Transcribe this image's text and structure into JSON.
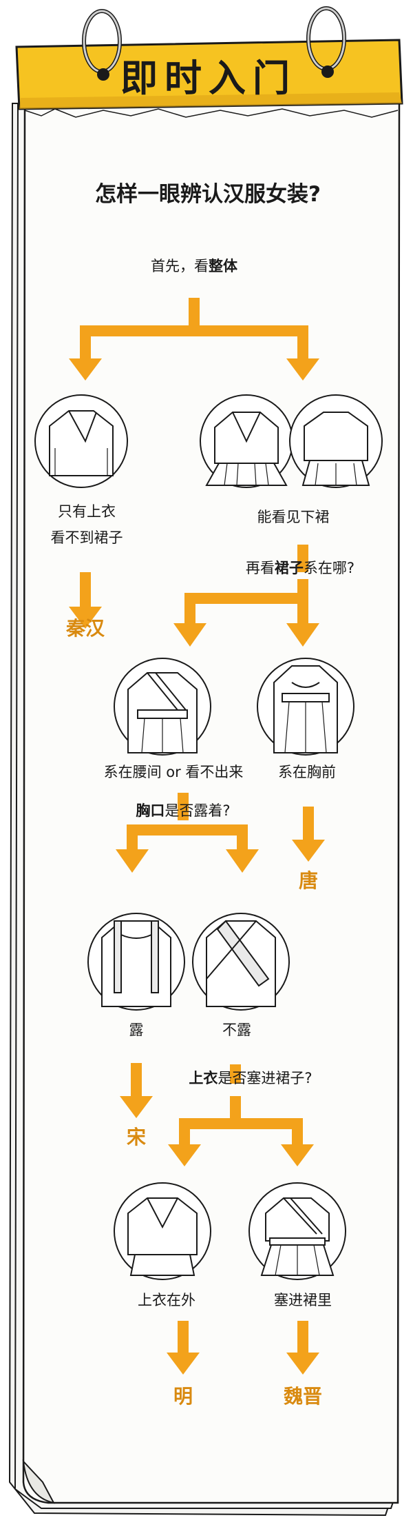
{
  "banner": {
    "title": "即时入门"
  },
  "heading": "怎样一眼辨认汉服女装?",
  "steps": {
    "s1": {
      "prefix": "首先，看",
      "bold": "整体",
      "suffix": ""
    },
    "s2": {
      "prefix": "再看",
      "bold": "裙子",
      "suffix": "系在哪?"
    },
    "s3": {
      "prefix": "",
      "bold": "胸口",
      "suffix": "是否露着?"
    },
    "s4": {
      "prefix": "",
      "bold": "上衣",
      "suffix": "是否塞进裙子?"
    }
  },
  "labels": {
    "only_top_1": "只有上衣",
    "only_top_2": "看不到裙子",
    "skirt_visible": "能看见下裙",
    "waist": "系在腰间 or 看不出来",
    "chest": "系在胸前",
    "exposed": "露",
    "not_exposed": "不露",
    "top_outside": "上衣在外",
    "tucked_in": "塞进裙里"
  },
  "results": {
    "qin_han": "秦汉",
    "tang": "唐",
    "song": "宋",
    "ming": "明",
    "wei_jin": "魏晋"
  },
  "colors": {
    "accent": "#f3a21b",
    "result_text": "#d98a10",
    "banner": "#f6c321",
    "outline": "#1a1a1a"
  }
}
